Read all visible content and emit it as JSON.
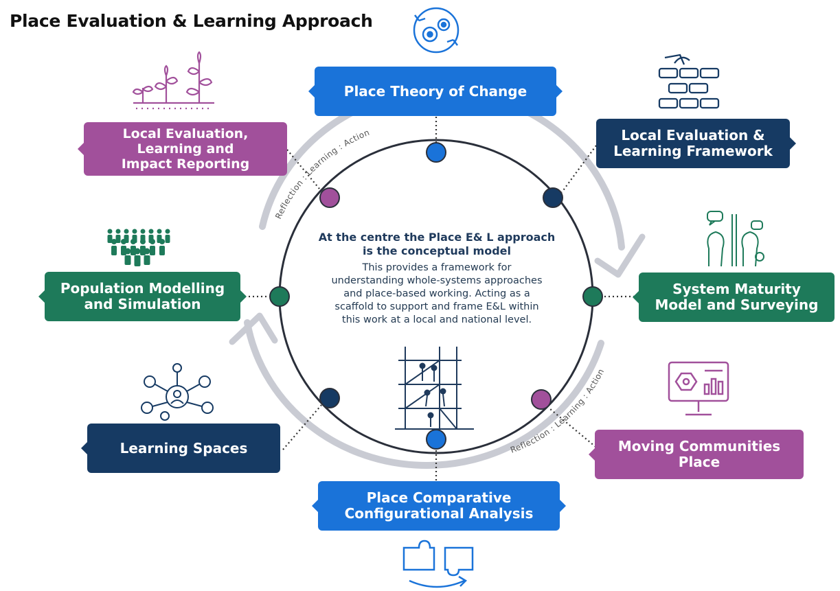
{
  "title": "Place Evaluation & Learning Approach",
  "center": {
    "heading": "At the centre the Place E& L approach\nis the conceptual model",
    "body": "This provides a framework for\nunderstanding whole-systems approaches\nand place-based working.  Acting as a\nscaffold to support and frame E&L within\nthis work at a local and national level."
  },
  "cycle_labels": {
    "top_left": "Reflection : Learning : Action",
    "bottom_right": "Reflection : Learning : Action"
  },
  "nodes": [
    {
      "id": "place-theory-of-change",
      "label": "Place Theory of Change",
      "color": "#1a73d9",
      "icon": "gears-cycle-icon"
    },
    {
      "id": "local-el-framework",
      "label": "Local Evaluation &\nLearning Framework",
      "color": "#163a63",
      "icon": "brick-wall-icon"
    },
    {
      "id": "system-maturity",
      "label": "System Maturity\nModel and Surveying",
      "color": "#1e7a5a",
      "icon": "people-talking-icon"
    },
    {
      "id": "moving-communities",
      "label": "Moving Communities\nPlace",
      "color": "#a1509b",
      "icon": "dashboard-monitor-icon"
    },
    {
      "id": "place-comparative",
      "label": "Place Comparative\nConfigurational Analysis",
      "color": "#1a73d9",
      "icon": "puzzle-pieces-icon"
    },
    {
      "id": "learning-spaces",
      "label": "Learning Spaces",
      "color": "#163a63",
      "icon": "network-people-icon"
    },
    {
      "id": "population-modelling",
      "label": "Population Modelling\nand Simulation",
      "color": "#1e7a5a",
      "icon": "crowd-icon"
    },
    {
      "id": "local-evaluation-reporting",
      "label": "Local Evaluation,\nLearning and\nImpact Reporting",
      "color": "#a1509b",
      "icon": "growing-plants-icon"
    }
  ],
  "colors": {
    "blue": "#1a73d9",
    "navy": "#163a63",
    "green": "#1e7a5a",
    "purple": "#a1509b",
    "ring": "#2a2f3a",
    "arrow": "#c9cbd3"
  }
}
